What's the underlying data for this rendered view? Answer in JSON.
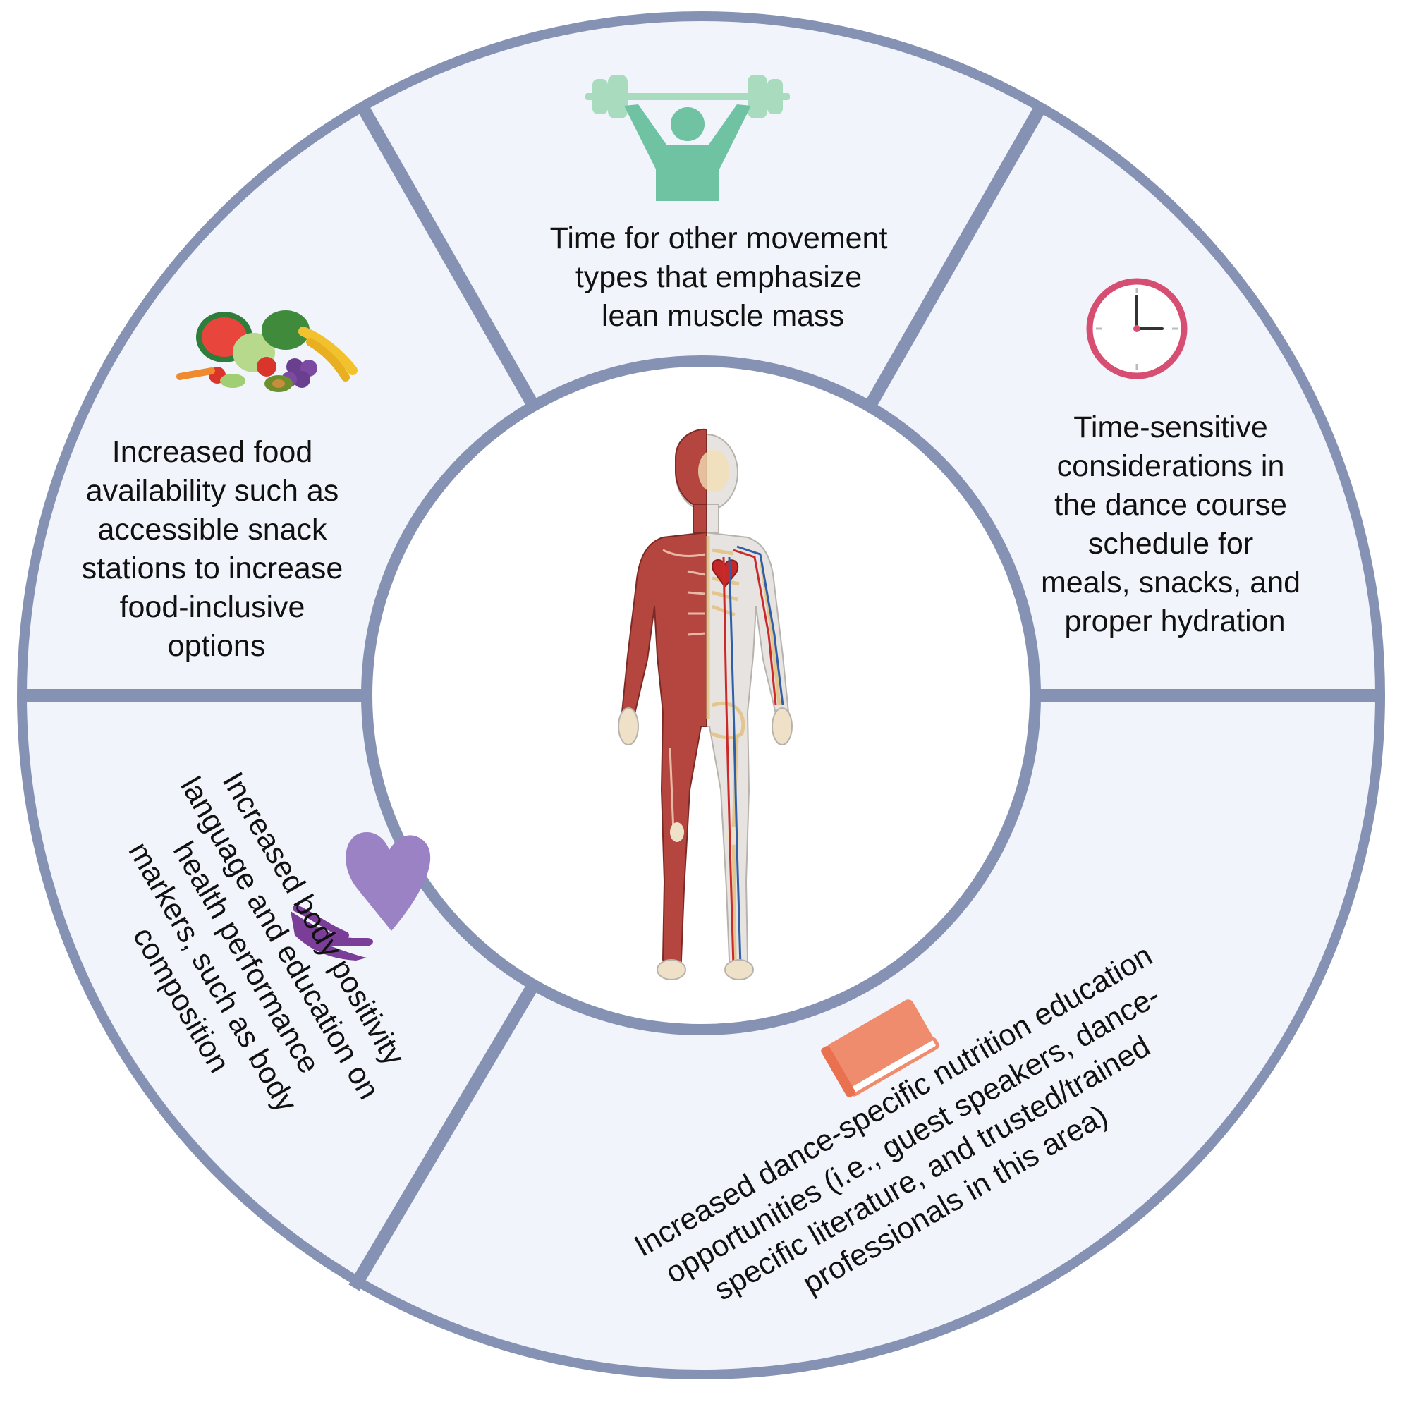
{
  "colors": {
    "ring_stroke": "#8592b4",
    "segment_fill": "#f1f4fa",
    "center_fill": "#ffffff",
    "barbell": "#a9dcbf",
    "lifter": "#6fc3a2",
    "clock_rim": "#d64f72",
    "clock_hands": "#333333",
    "book": "#f08c6e",
    "heart": "#9b82c4",
    "hand": "#7a3e98",
    "muscle": "#b5463f",
    "skeleton": "#f2deb4",
    "artery": "#cc2a2a",
    "vein": "#2e5fa8"
  },
  "segments": [
    {
      "id": "top",
      "icon": "weightlifter-icon",
      "lines": [
        "Time for other movement",
        "types that emphasize",
        "lean muscle mass"
      ]
    },
    {
      "id": "right",
      "icon": "clock-icon",
      "lines": [
        "Time-sensitive",
        "considerations in",
        "the dance course",
        "schedule for",
        "meals, snacks, and",
        "proper hydration"
      ]
    },
    {
      "id": "bottom-right",
      "icon": "book-icon",
      "lines": [
        "Increased dance-specific nutrition education",
        "opportunities (i.e., guest speakers, dance-",
        "specific literature, and trusted/trained",
        "professionals in this area)"
      ]
    },
    {
      "id": "bottom-left",
      "icon": "heart-in-hand-icon",
      "lines": [
        "Increased body positivity",
        "language and education on",
        "health performance",
        "markers, such as body",
        "composition"
      ]
    },
    {
      "id": "left",
      "icon": "fruits-vegetables-icon",
      "lines": [
        "Increased food",
        "availability such as",
        "accessible snack",
        "stations to increase",
        "food-inclusive",
        "options"
      ]
    }
  ],
  "center": {
    "icon": "human-anatomy-icon"
  }
}
